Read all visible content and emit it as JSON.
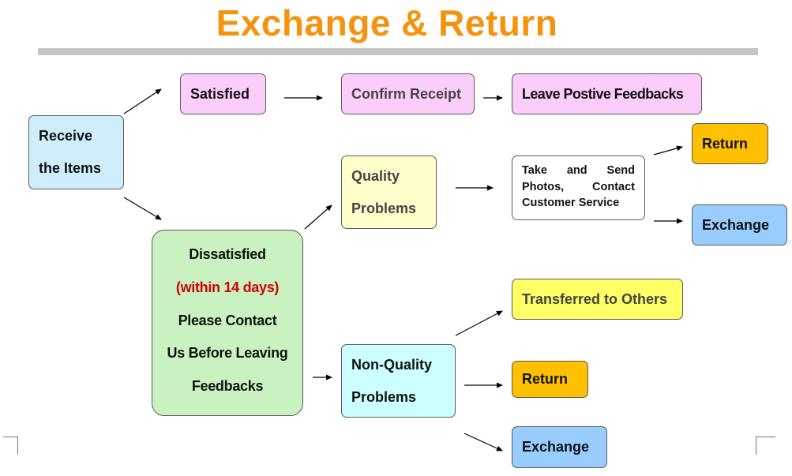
{
  "title": "Exchange & Return",
  "colors": {
    "title": "#f5930f",
    "pink": "#fbcdfb",
    "blue_light": "#cfeefc",
    "yellow_light": "#ffffcc",
    "green": "#c9f2c0",
    "cyan": "#ccffff",
    "yellow": "#ffff66",
    "orange": "#ffc000",
    "blue": "#99ccff",
    "red_text": "#d40000"
  },
  "nodes": {
    "receive": {
      "line1": "Receive",
      "line2": "the Items"
    },
    "satisfied": {
      "label": "Satisfied"
    },
    "confirm": {
      "label": "Confirm Receipt"
    },
    "feedback": {
      "label": "Leave Postive Feedbacks"
    },
    "dissatisfied": {
      "line1": "Dissatisfied",
      "line2": "(within 14 days)",
      "line3": "Please Contact",
      "line4": "Us Before Leaving",
      "line5": "Feedbacks"
    },
    "quality": {
      "line1": "Quality",
      "line2": "Problems"
    },
    "instructions": {
      "label": "Take and Send Photos, Contact Customer Service"
    },
    "return_top": {
      "label": "Return"
    },
    "exchange_top": {
      "label": "Exchange"
    },
    "non_quality": {
      "line1": "Non-Quality",
      "line2": "Problems"
    },
    "transferred": {
      "label": "Transferred to Others"
    },
    "return_bottom": {
      "label": "Return"
    },
    "exchange_bottom": {
      "label": "Exchange"
    }
  }
}
